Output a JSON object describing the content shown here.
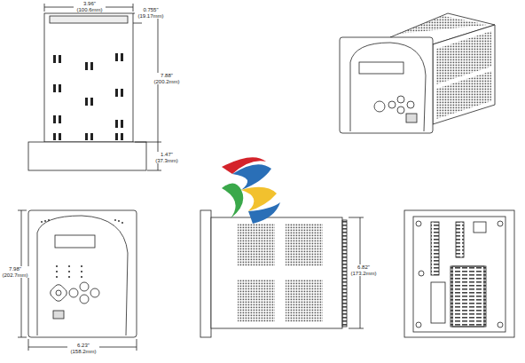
{
  "diagram": {
    "labels": [
      "3.96\" (100.6mm)",
      "0.755\" (19.17mm)",
      "7.88\" (200.2mm)",
      "1.47\" (37.3mm)",
      "7.98\" (202.7mm)",
      "6.23\" (158.2mm)",
      "6.82\" (173.2mm)"
    ]
  }
}
